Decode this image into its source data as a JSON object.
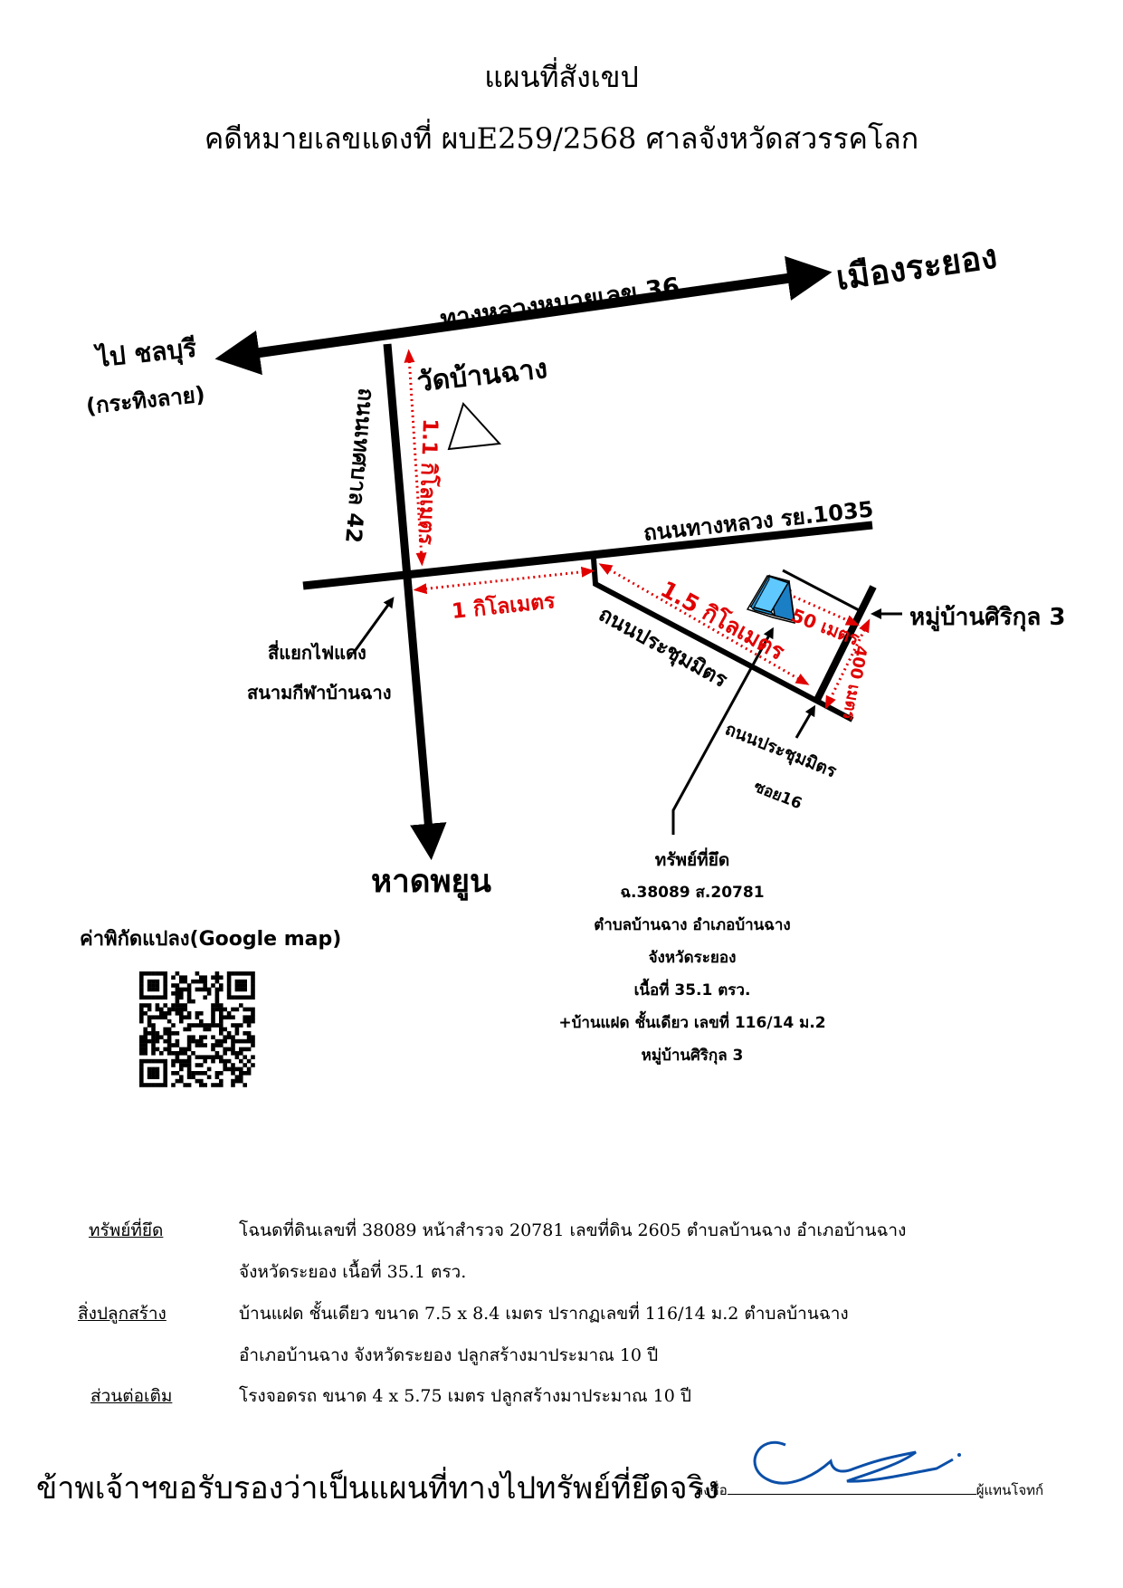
{
  "header": {
    "title": "แผนที่สังเขป",
    "case_line": "คดีหมายเลขแดงที่ ผบE259/2568  ศาลจังหวัดสวรรคโลก"
  },
  "map": {
    "highway36": "ทางหลวงหมายเลข 36",
    "to_rayong": "เมืองระยอง",
    "to_chonburi": "ไป ชลบุรี",
    "chonburi_sub": "(กระทิงลาย)",
    "temple": "วัดบ้านฉาง",
    "dist_1_1km": "1.1 กิโลเมตร",
    "municipal_road": "ถนนเทศบาล 42",
    "highway1035": "ถนนทางหลวง รย.1035",
    "dist_1km": "1 กิโลเมตร",
    "dist_1_5km": "1.5 กิโลเมตร",
    "dist_50m": "50 เมตร",
    "dist_400m": "400 เมตร",
    "prachumit_road": "ถนนประชุมมิตร",
    "village": "หมู่บ้านศิริกุล 3",
    "intersection": "สี่แยกไฟแดง",
    "stadium": "สนามกีฬาบ้านฉาง",
    "hat_phayun": "หาดพยูน",
    "soi_name": "ถนนประชุมมิตร",
    "soi_no": "ซอย16",
    "google_coords": "ค่าพิกัดแปลง(Google map)"
  },
  "property": {
    "heading": "ทรัพย์ที่ยึด",
    "deed": "ฉ.38089   ส.20781",
    "location": "ตำบลบ้านฉาง  อำเภอบ้านฉาง",
    "province": "จังหวัดระยอง",
    "area": "เนื้อที่  35.1  ตรว.",
    "house": "+บ้านแฝด ชั้นเดียว  เลขที่ 116/14 ม.2",
    "village": "หมู่บ้านศิริกุล 3"
  },
  "details": [
    {
      "label": "ทรัพย์ที่ยึด",
      "line1": "โฉนดที่ดินเลขที่  38089  หน้าสำรวจ  20781  เลขที่ดิน  2605   ตำบลบ้านฉาง  อำเภอบ้านฉาง",
      "line2": "จังหวัดระยอง          เนื้อที่    35.1  ตรว."
    },
    {
      "label": "สิ่งปลูกสร้าง",
      "line1": "บ้านแฝด  ชั้นเดียว  ขนาด 7.5 x  8.4  เมตร   ปรากฏเลขที่ 116/14  ม.2  ตำบลบ้านฉาง",
      "line2": "อำเภอบ้านฉาง   จังหวัดระยอง            ปลูกสร้างมาประมาณ 10 ปี"
    },
    {
      "label": "ส่วนต่อเติม",
      "line1": "โรงจอดรถ   ขนาด 4 x  5.75  เมตร      ปลูกสร้างมาประมาณ 10 ปี",
      "line2": ""
    }
  ],
  "footer": {
    "certify": "ข้าพเจ้าฯขอรับรองว่าเป็นแผนที่ทางไปทรัพย์ที่ยึดจริง",
    "sign_label": "ลงชื่อ",
    "role": "ผู้แทนโจทก์"
  },
  "colors": {
    "road": "#000000",
    "distance": "#e00000",
    "building": "#1a9be0"
  },
  "icons": {
    "temple": "triangle-icon",
    "qr": "qr-code-icon",
    "signature": "signature-icon",
    "house": "house-icon"
  }
}
